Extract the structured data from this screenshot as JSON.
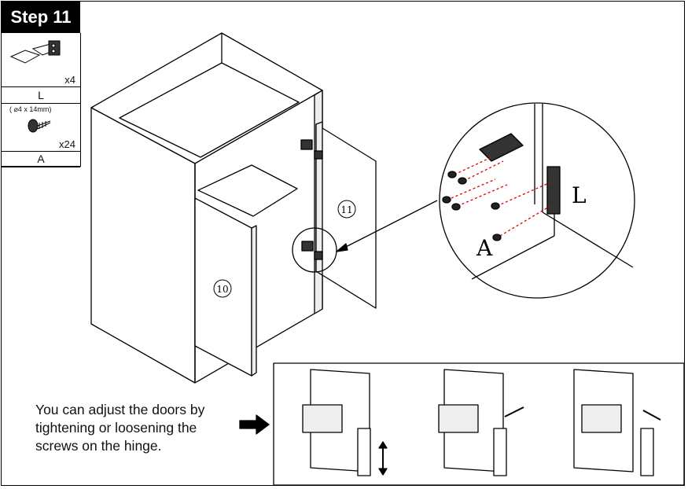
{
  "step": {
    "title": "Step 11"
  },
  "parts": [
    {
      "qty": "x4",
      "letter": "L"
    },
    {
      "spec": "( ⌀4 x 14mm)",
      "qty": "x24",
      "letter": "A"
    }
  ],
  "callouts": {
    "hinge_letter": "L",
    "screw_letter": "A",
    "door_left": "10",
    "door_right": "11"
  },
  "note": {
    "lines": [
      "You can adjust the doors by",
      "tightening or loosening the",
      "screws on the hinge."
    ]
  }
}
